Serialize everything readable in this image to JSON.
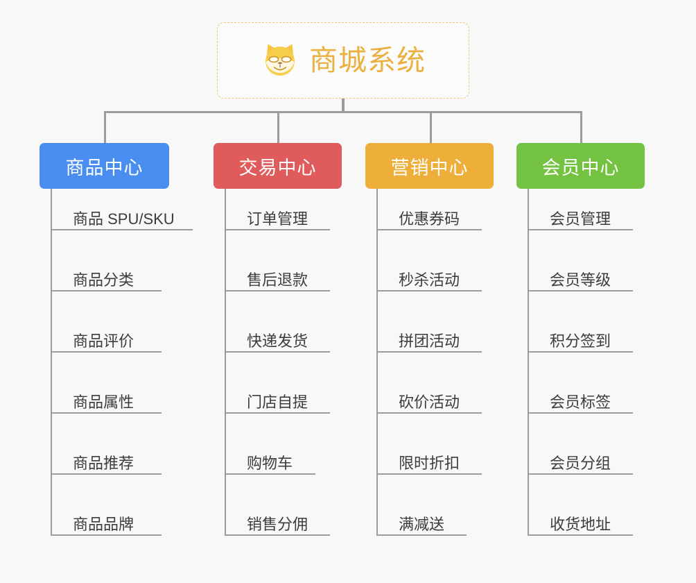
{
  "diagram": {
    "background_color": "#f8f8f8",
    "connector_color": "#9b9b9b",
    "root": {
      "title": "商城系统",
      "icon": "shiba-dog-icon",
      "text_color": "#eab040",
      "border_color": "#eec877",
      "background_color": "#fbfbfb"
    },
    "branches": [
      {
        "title": "商品中心",
        "color": "#4a8df0",
        "items": [
          "商品 SPU/SKU",
          "商品分类",
          "商品评价",
          "商品属性",
          "商品推荐",
          "商品品牌"
        ]
      },
      {
        "title": "交易中心",
        "color": "#e05c5c",
        "items": [
          "订单管理",
          "售后退款",
          "快递发货",
          "门店自提",
          "购物车",
          "销售分佣"
        ]
      },
      {
        "title": "营销中心",
        "color": "#eeaf3a",
        "items": [
          "优惠券码",
          "秒杀活动",
          "拼团活动",
          "砍价活动",
          "限时折扣",
          "满减送"
        ]
      },
      {
        "title": "会员中心",
        "color": "#73c241",
        "items": [
          "会员管理",
          "会员等级",
          "积分签到",
          "会员标签",
          "会员分组",
          "收货地址"
        ]
      }
    ]
  }
}
